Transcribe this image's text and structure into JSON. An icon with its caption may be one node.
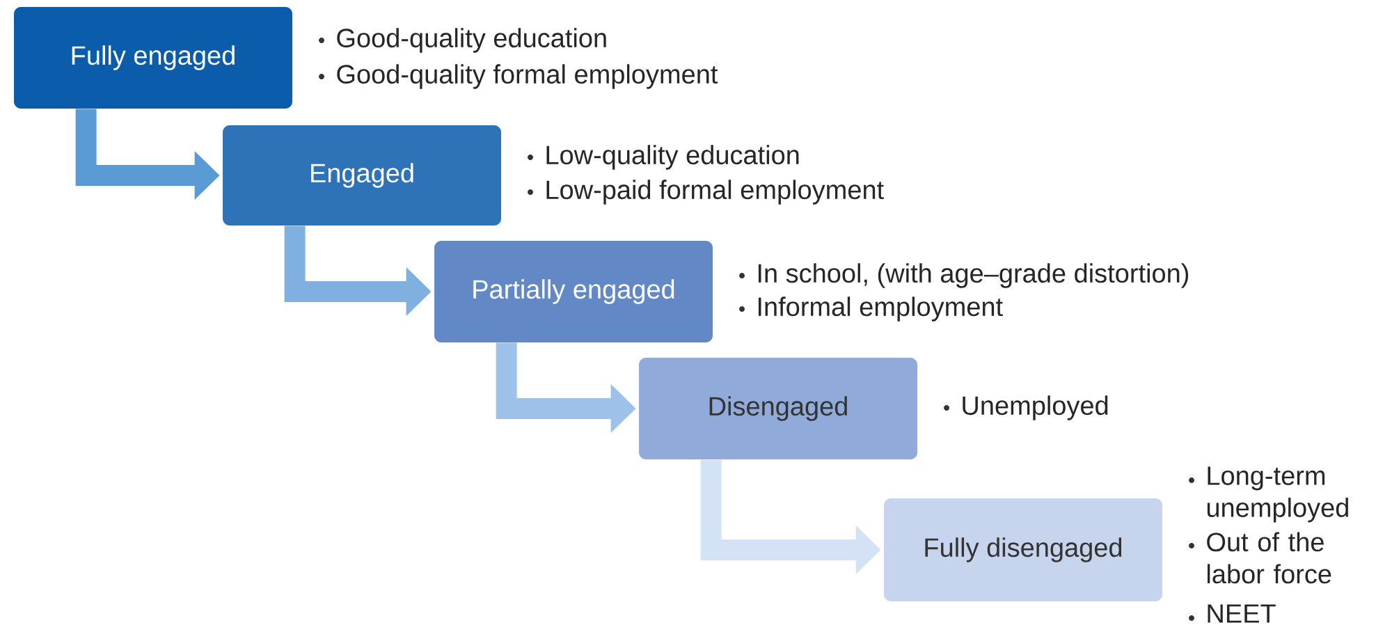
{
  "diagram": {
    "nodes": [
      {
        "text": [
          "Fully engaged"
        ],
        "beside": [
          "Good-quality education",
          "Good-quality formal employment"
        ]
      },
      {
        "text": [
          "Engaged"
        ],
        "beside": [
          "Low-quality education",
          "Low-paid formal employment"
        ]
      },
      {
        "text": [
          "Partially engaged"
        ],
        "beside": [
          "In school, (with age–grade distortion)",
          "Informal employment"
        ]
      },
      {
        "text": [
          "Disengaged"
        ],
        "beside": [
          "Unemployed"
        ]
      },
      {
        "text": [
          "Fully disengaged"
        ],
        "beside": [
          "Long-term unemployed",
          "Out of the labor force",
          "NEET"
        ]
      }
    ],
    "edges": [
      {
        "from": 0,
        "to": 1,
        "arrow": "to",
        "color": "#5b9bd5"
      },
      {
        "from": 1,
        "to": 2,
        "arrow": "to",
        "color": "#7fb0e0"
      },
      {
        "from": 2,
        "to": 3,
        "arrow": "to",
        "color": "#9dc1e8"
      },
      {
        "from": 3,
        "to": 4,
        "arrow": "to",
        "color": "#d3e2f4"
      }
    ]
  }
}
